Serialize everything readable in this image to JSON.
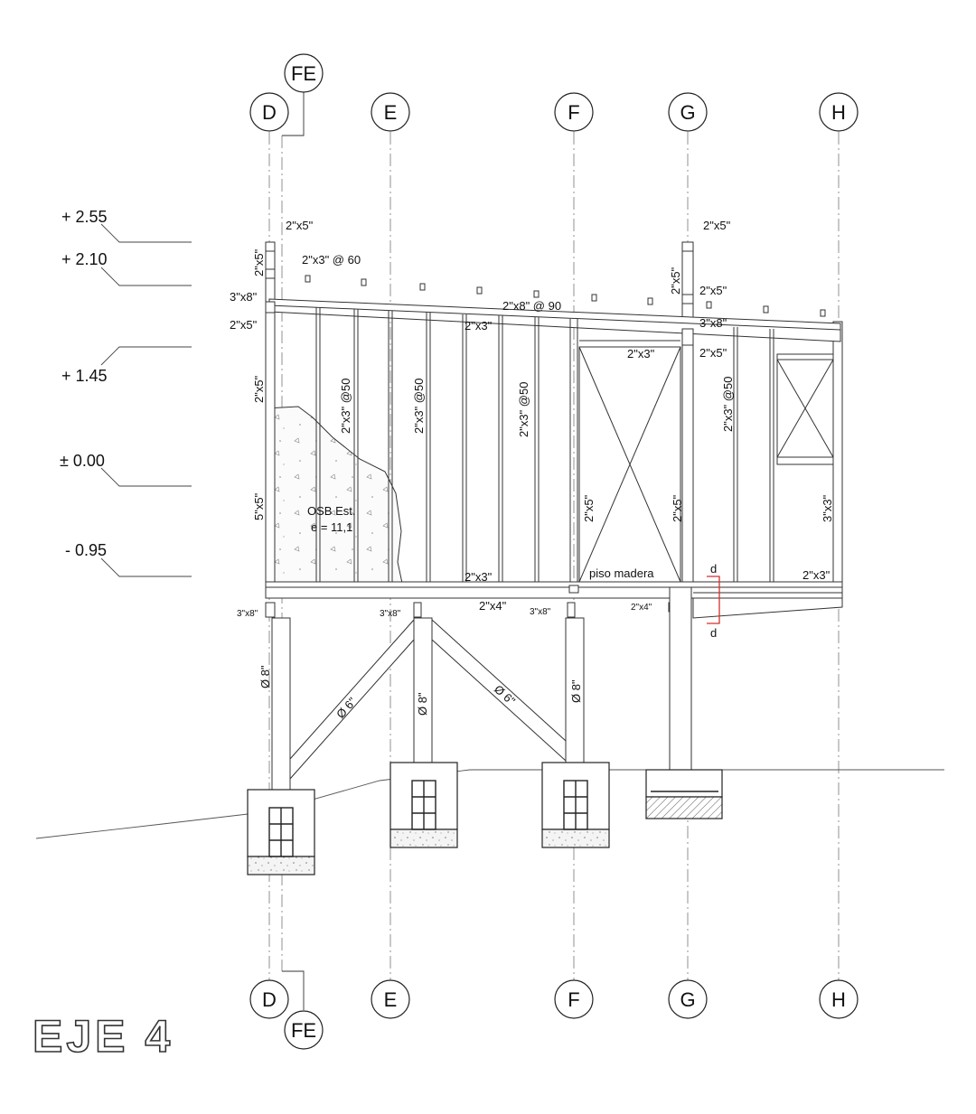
{
  "title": "EJE 4",
  "axes": {
    "top": [
      {
        "id": "D",
        "label": "D"
      },
      {
        "id": "FE",
        "label": "FE"
      },
      {
        "id": "E",
        "label": "E"
      },
      {
        "id": "F",
        "label": "F"
      },
      {
        "id": "G",
        "label": "G"
      },
      {
        "id": "H",
        "label": "H"
      }
    ],
    "bottom": [
      {
        "id": "D",
        "label": "D"
      },
      {
        "id": "FE",
        "label": "FE"
      },
      {
        "id": "E",
        "label": "E"
      },
      {
        "id": "F",
        "label": "F"
      },
      {
        "id": "G",
        "label": "G"
      },
      {
        "id": "H",
        "label": "H"
      }
    ]
  },
  "levels": [
    "+ 2.55",
    "+ 2.10",
    "+ 1.45",
    "± 0.00",
    "- 0.95"
  ],
  "members": {
    "post_2x5": "2\"x5\"",
    "post_5x5": "5\"x5\"",
    "post_3x3": "3\"x3\"",
    "purlin_2x3_60": "2\"x3\" @ 60",
    "rafter_2x8_90": "2\"x8\" @ 90",
    "beam_3x8": "3\"x8\"",
    "stud_2x3": "2\"x3\"",
    "stud_2x3_50": "2\"x3\" @50",
    "joist_2x4": "2\"x4\"",
    "pile_8": "Ø 8\"",
    "brace_6": "Ø 6\""
  },
  "notes": {
    "osb_line1": "OSB Est.",
    "osb_line2": "e = 11,1",
    "floor": "piso madera",
    "section_mark": "d"
  },
  "colors": {
    "line": "#333333",
    "grid": "#666666",
    "section_mark": "#d32f2f"
  }
}
